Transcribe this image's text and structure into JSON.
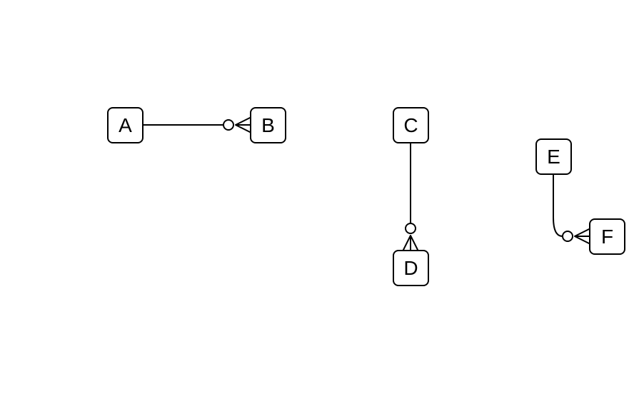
{
  "diagram": {
    "type": "er-relationships",
    "nodes": [
      {
        "id": "A",
        "label": "A"
      },
      {
        "id": "B",
        "label": "B"
      },
      {
        "id": "C",
        "label": "C"
      },
      {
        "id": "D",
        "label": "D"
      },
      {
        "id": "E",
        "label": "E"
      },
      {
        "id": "F",
        "label": "F"
      }
    ],
    "edges": [
      {
        "from": "A",
        "to": "B",
        "from_end": "plain",
        "to_end": "zero-or-many"
      },
      {
        "from": "C",
        "to": "D",
        "from_end": "plain",
        "to_end": "zero-or-many"
      },
      {
        "from": "E",
        "to": "F",
        "from_end": "plain",
        "to_end": "zero-or-many"
      }
    ],
    "colors": {
      "stroke": "#000000",
      "fill": "#ffffff"
    }
  }
}
